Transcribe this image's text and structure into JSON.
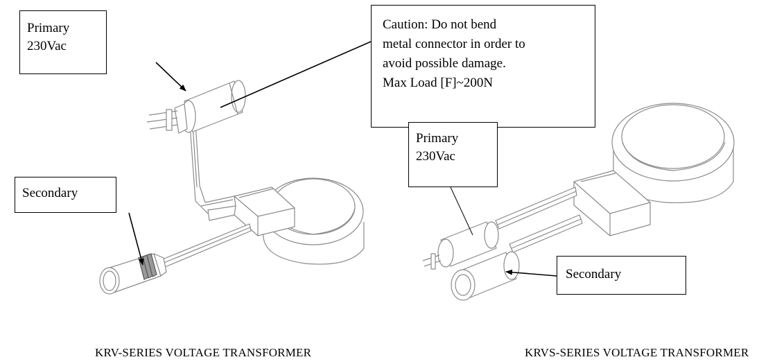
{
  "callouts": {
    "primary_left": {
      "lines": [
        "Primary",
        "230Vac"
      ]
    },
    "caution": {
      "lines": [
        "Caution: Do not bend",
        "metal connector in order to",
        "avoid possible damage.",
        "Max Load [F]~200N"
      ]
    },
    "secondary_left": {
      "lines": [
        "Secondary"
      ]
    },
    "primary_right": {
      "lines": [
        "Primary",
        "230Vac"
      ]
    },
    "secondary_right": {
      "lines": [
        "Secondary"
      ]
    }
  },
  "captions": {
    "krv": "KRV-SERIES VOLTAGE TRANSFORMER",
    "krvs": "KRVS-SERIES VOLTAGE TRANSFORMER"
  },
  "colors": {
    "ink": "#000000",
    "outline": "#8a8a8a",
    "background": "#ffffff"
  }
}
